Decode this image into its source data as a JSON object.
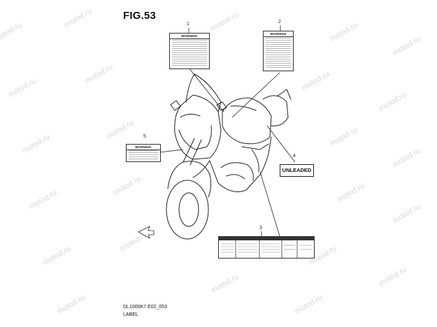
{
  "figure": {
    "title": "FIG.53",
    "code": "DL1000K7 E02_053",
    "caption": "LABEL"
  },
  "watermark": "motod.ru",
  "callouts": [
    {
      "number": "1",
      "label_heading": "WARNING"
    },
    {
      "number": "2",
      "label_heading": "WARNING"
    },
    {
      "number": "3",
      "label_heading": ""
    },
    {
      "number": "4",
      "label_text": "UNLEADED"
    },
    {
      "number": "5",
      "label_heading": "WARNING"
    }
  ]
}
